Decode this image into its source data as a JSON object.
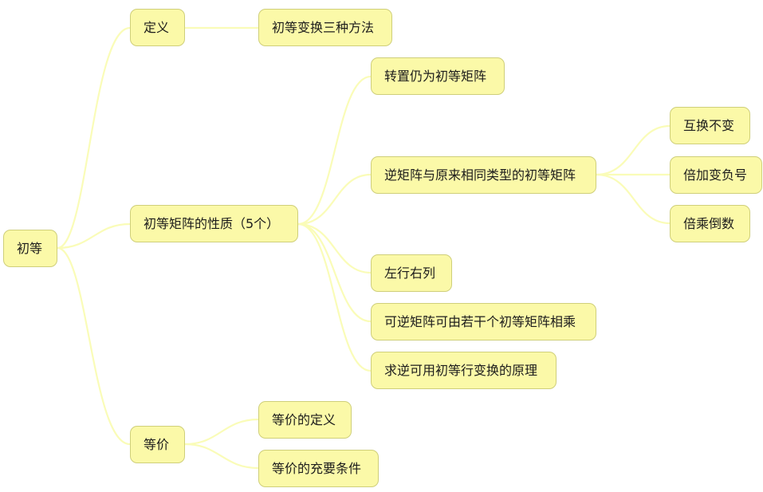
{
  "mindmap": {
    "colors": {
      "node_fill": "#fbf9a8",
      "node_border": "#cfcf7a",
      "edge": "#fafcb8",
      "text": "#1c1c1c"
    },
    "root": {
      "label": "初等"
    },
    "definition": {
      "label": "定义",
      "children": [
        "初等变换三种方法"
      ]
    },
    "properties": {
      "label": "初等矩阵的性质（5个）",
      "children": [
        "转置仍为初等矩阵",
        "逆矩阵与原来相同类型的初等矩阵",
        "左行右列",
        "可逆矩阵可由若干个初等矩阵相乘",
        "求逆可用初等行变换的原理"
      ],
      "inverse_children": [
        "互换不变",
        "倍加变负号",
        "倍乘倒数"
      ]
    },
    "equivalence": {
      "label": "等价",
      "children": [
        "等价的定义",
        "等价的充要条件"
      ]
    }
  }
}
